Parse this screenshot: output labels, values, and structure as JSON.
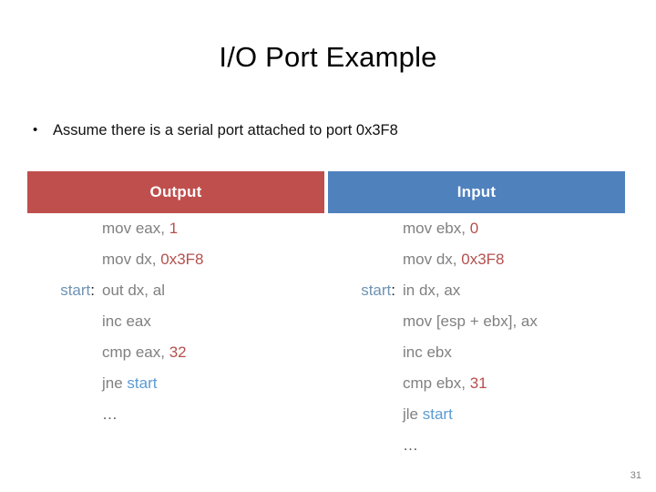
{
  "slide": {
    "title": "I/O Port Example",
    "page_number": "31",
    "bullet": {
      "marker": "•",
      "text": "Assume there is a serial port attached to port 0x3F8"
    },
    "colors": {
      "output_header_bg": "#bf4f4d",
      "input_header_bg": "#4f81bd",
      "code_text": "#808080",
      "literal": "#b4504e",
      "label": "#6e93b3",
      "jump_target": "#5b9bd5",
      "title": "#000000"
    },
    "table": {
      "columns": [
        {
          "header": "Output",
          "lines": [
            {
              "label": "",
              "colon": "",
              "mnemonic": "mov eax, ",
              "literal": "1",
              "tail": ""
            },
            {
              "label": "",
              "colon": "",
              "mnemonic": "mov dx, ",
              "literal": "0x3F8",
              "tail": ""
            },
            {
              "label": "start",
              "colon": ":",
              "mnemonic": "out dx, al",
              "literal": "",
              "tail": ""
            },
            {
              "label": "",
              "colon": "",
              "mnemonic": "inc eax",
              "literal": "",
              "tail": ""
            },
            {
              "label": "",
              "colon": "",
              "mnemonic": "cmp eax, ",
              "literal": "32",
              "tail": ""
            },
            {
              "label": "",
              "colon": "",
              "mnemonic": "jne ",
              "target": "start",
              "tail": ""
            },
            {
              "label": "",
              "colon": "",
              "ellipsis": "…"
            }
          ]
        },
        {
          "header": "Input",
          "lines": [
            {
              "label": "",
              "colon": "",
              "mnemonic": "mov ebx, ",
              "literal": "0",
              "tail": ""
            },
            {
              "label": "",
              "colon": "",
              "mnemonic": "mov dx, ",
              "literal": "0x3F8",
              "tail": ""
            },
            {
              "label": "start",
              "colon": ":",
              "mnemonic": "in dx, ax",
              "literal": "",
              "tail": ""
            },
            {
              "label": "",
              "colon": "",
              "mnemonic": "mov [esp + ebx], ax",
              "literal": "",
              "tail": ""
            },
            {
              "label": "",
              "colon": "",
              "mnemonic": "inc ebx",
              "literal": "",
              "tail": ""
            },
            {
              "label": "",
              "colon": "",
              "mnemonic": "cmp ebx, ",
              "literal": "31",
              "tail": ""
            },
            {
              "label": "",
              "colon": "",
              "mnemonic": "jle ",
              "target": "start",
              "tail": ""
            },
            {
              "label": "",
              "colon": "",
              "ellipsis": "…"
            }
          ]
        }
      ]
    }
  }
}
